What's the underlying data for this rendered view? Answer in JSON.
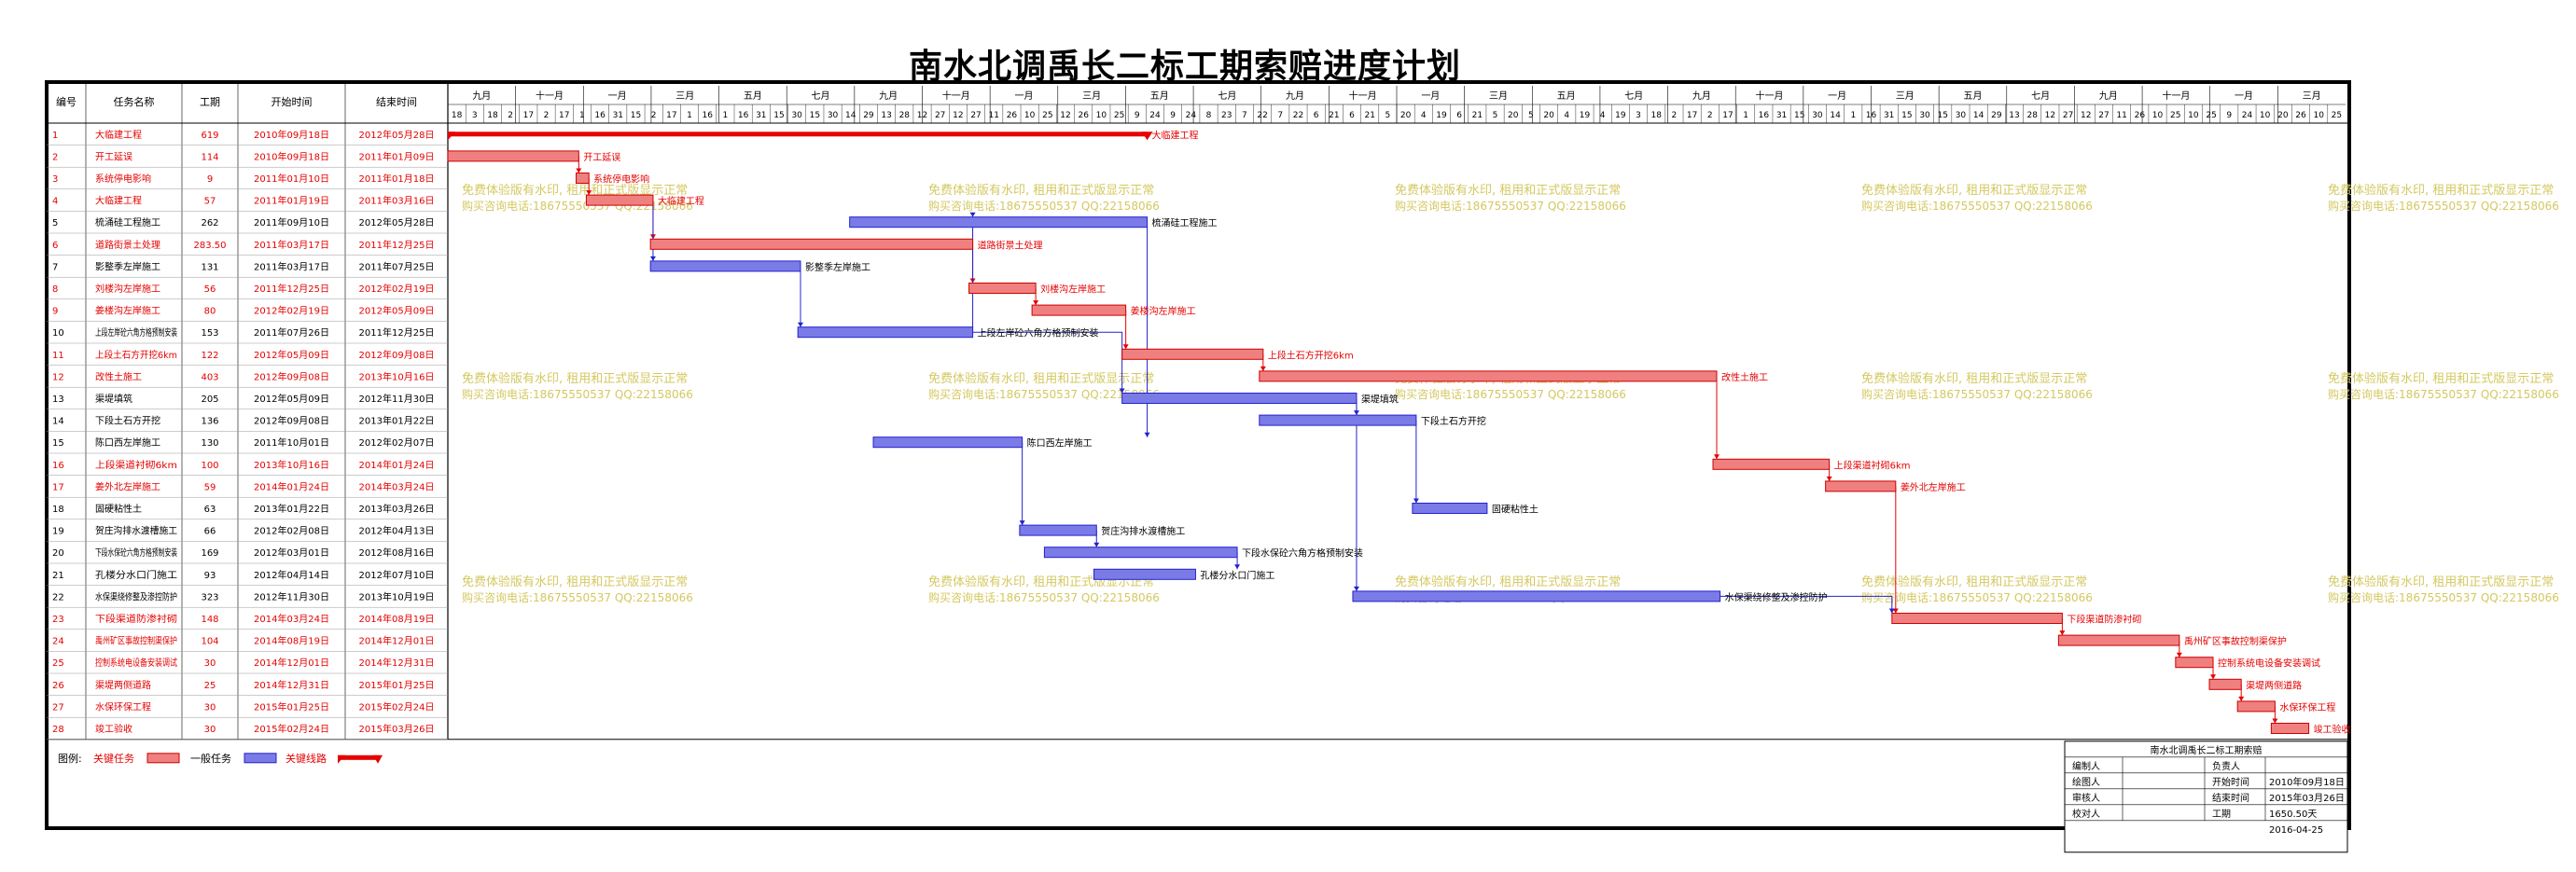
{
  "title": "南水北调禹长二标工期索赔进度计划",
  "colors": {
    "critical": "#f08080",
    "critical_border": "#cc0000",
    "normal": "#7b7be8",
    "normal_border": "#2222cc",
    "link_red": "#e60000",
    "link_blue": "#2222cc",
    "watermark": "#d4c860"
  },
  "table_headers": [
    "编号",
    "任务名称",
    "工期",
    "开始时间",
    "结束时间"
  ],
  "timeline": {
    "months": [
      "九月",
      "十一月",
      "一月",
      "三月",
      "五月",
      "七月",
      "九月",
      "十一月",
      "一月",
      "三月",
      "五月",
      "七月",
      "九月",
      "十一月",
      "一月",
      "三月",
      "五月",
      "七月",
      "九月",
      "十一月",
      "一月",
      "三月",
      "五月",
      "七月",
      "九月",
      "十一月",
      "一月",
      "三月"
    ],
    "days": [
      "18",
      "3",
      "18",
      "2",
      "17",
      "2",
      "17",
      "1",
      "16",
      "31",
      "15",
      "2",
      "17",
      "1",
      "16",
      "1",
      "16",
      "31",
      "15",
      "30",
      "15",
      "30",
      "14",
      "29",
      "13",
      "28",
      "12",
      "27",
      "12",
      "27",
      "11",
      "26",
      "10",
      "25",
      "12",
      "26",
      "10",
      "25",
      "9",
      "24",
      "9",
      "24",
      "8",
      "23",
      "7",
      "22",
      "7",
      "22",
      "6",
      "21",
      "6",
      "21",
      "5",
      "20",
      "4",
      "19",
      "6",
      "21",
      "5",
      "20",
      "5",
      "20",
      "4",
      "19",
      "4",
      "19",
      "3",
      "18",
      "2",
      "17",
      "2",
      "17",
      "1",
      "16",
      "31",
      "15",
      "30",
      "14",
      "1",
      "16",
      "31",
      "15",
      "30",
      "15",
      "30",
      "14",
      "29",
      "13",
      "28",
      "12",
      "27",
      "12",
      "27",
      "11",
      "26",
      "10",
      "25",
      "10",
      "25",
      "9",
      "24",
      "10",
      "20",
      "26",
      "10",
      "25"
    ]
  },
  "chart_data": {
    "type": "gantt",
    "title": "南水北调禹长二标工期索赔进度计划",
    "tasks": [
      {
        "id": "1",
        "name": "大临建工程",
        "duration": "619",
        "start": "2010年09月18日",
        "end": "2012年05月28日",
        "critical": true,
        "summary": true,
        "label": "大临建工程"
      },
      {
        "id": "2",
        "name": "开工延误",
        "duration": "114",
        "start": "2010年09月18日",
        "end": "2011年01月09日",
        "critical": true,
        "label": "开工延误"
      },
      {
        "id": "3",
        "name": "系统停电影响",
        "duration": "9",
        "start": "2011年01月10日",
        "end": "2011年01月18日",
        "critical": true,
        "label": "系统停电影响"
      },
      {
        "id": "4",
        "name": "大临建工程",
        "duration": "57",
        "start": "2011年01月19日",
        "end": "2011年03月16日",
        "critical": true,
        "label": "大临建工程"
      },
      {
        "id": "5",
        "name": "梳涌硅工程施工",
        "duration": "262",
        "start": "2011年09月10日",
        "end": "2012年05月28日",
        "critical": false,
        "label": "梳涌硅工程施工"
      },
      {
        "id": "6",
        "name": "道路街景土处理",
        "duration": "283.50",
        "start": "2011年03月17日",
        "end": "2011年12月25日",
        "critical": true,
        "label": "道路街景土处理"
      },
      {
        "id": "7",
        "name": "影整季左岸施工",
        "duration": "131",
        "start": "2011年03月17日",
        "end": "2011年07月25日",
        "critical": false,
        "label": "影整季左岸施工"
      },
      {
        "id": "8",
        "name": "刘楼沟左岸施工",
        "duration": "56",
        "start": "2011年12月25日",
        "end": "2012年02月19日",
        "critical": true,
        "label": "刘楼沟左岸施工"
      },
      {
        "id": "9",
        "name": "姜楼沟左岸施工",
        "duration": "80",
        "start": "2012年02月19日",
        "end": "2012年05月09日",
        "critical": true,
        "label": "姜楼沟左岸施工"
      },
      {
        "id": "10",
        "name": "上段左岸砼六角方格预制安装",
        "duration": "153",
        "start": "2011年07月26日",
        "end": "2011年12月25日",
        "critical": false,
        "label": "上段左岸砼六角方格预制安装"
      },
      {
        "id": "11",
        "name": "上段土石方开挖6km",
        "duration": "122",
        "start": "2012年05月09日",
        "end": "2012年09月08日",
        "critical": true,
        "label": "上段土石方开挖6km"
      },
      {
        "id": "12",
        "name": "改性土施工",
        "duration": "403",
        "start": "2012年09月08日",
        "end": "2013年10月16日",
        "critical": true,
        "label": "改性土施工"
      },
      {
        "id": "13",
        "name": "渠堤填筑",
        "duration": "205",
        "start": "2012年05月09日",
        "end": "2012年11月30日",
        "critical": false,
        "label": "渠堤填筑"
      },
      {
        "id": "14",
        "name": "下段土石方开挖",
        "duration": "136",
        "start": "2012年09月08日",
        "end": "2013年01月22日",
        "critical": false,
        "label": "下段土石方开挖"
      },
      {
        "id": "15",
        "name": "陈口西左岸施工",
        "duration": "130",
        "start": "2011年10月01日",
        "end": "2012年02月07日",
        "critical": false,
        "label": "陈口西左岸施工"
      },
      {
        "id": "16",
        "name": "上段渠道衬砌6km",
        "duration": "100",
        "start": "2013年10月16日",
        "end": "2014年01月24日",
        "critical": true,
        "label": "上段渠道衬砌6km"
      },
      {
        "id": "17",
        "name": "姜外北左岸施工",
        "duration": "59",
        "start": "2014年01月24日",
        "end": "2014年03月24日",
        "critical": true,
        "label": "姜外北左岸施工"
      },
      {
        "id": "18",
        "name": "固硬粘性土",
        "duration": "63",
        "start": "2013年01月22日",
        "end": "2013年03月26日",
        "critical": false,
        "label": "固硬粘性土"
      },
      {
        "id": "19",
        "name": "贺庄沟排水渡槽施工",
        "duration": "66",
        "start": "2012年02月08日",
        "end": "2012年04月13日",
        "critical": false,
        "label": "贺庄沟排水渡槽施工"
      },
      {
        "id": "20",
        "name": "下段水保砼六角方格预制安装",
        "duration": "169",
        "start": "2012年03月01日",
        "end": "2012年08月16日",
        "critical": false,
        "label": "下段水保砼六角方格预制安装"
      },
      {
        "id": "21",
        "name": "孔楼分水口门施工",
        "duration": "93",
        "start": "2012年04月14日",
        "end": "2012年07月10日",
        "critical": false,
        "label": "孔楼分水口门施工"
      },
      {
        "id": "22",
        "name": "水保渠绕修整及渗控防护",
        "duration": "323",
        "start": "2012年11月30日",
        "end": "2013年10月19日",
        "critical": false,
        "label": "水保渠绕修整及渗控防护"
      },
      {
        "id": "23",
        "name": "下段渠道防渗衬砌",
        "duration": "148",
        "start": "2014年03月24日",
        "end": "2014年08月19日",
        "critical": true,
        "label": "下段渠道防渗衬砌"
      },
      {
        "id": "24",
        "name": "禹州矿区事故控制渠保护",
        "duration": "104",
        "start": "2014年08月19日",
        "end": "2014年12月01日",
        "critical": true,
        "label": "禹州矿区事故控制渠保护"
      },
      {
        "id": "25",
        "name": "控制系统电设备安装调试",
        "duration": "30",
        "start": "2014年12月01日",
        "end": "2014年12月31日",
        "critical": true,
        "label": "控制系统电设备安装调试"
      },
      {
        "id": "26",
        "name": "渠堤两侧道路",
        "duration": "25",
        "start": "2014年12月31日",
        "end": "2015年01月25日",
        "critical": true,
        "label": "渠堤两侧道路"
      },
      {
        "id": "27",
        "name": "水保环保工程",
        "duration": "30",
        "start": "2015年01月25日",
        "end": "2015年02月24日",
        "critical": true,
        "label": "水保环保工程"
      },
      {
        "id": "28",
        "name": "竣工验收",
        "duration": "30",
        "start": "2015年02月24日",
        "end": "2015年03月26日",
        "critical": true,
        "label": "竣工验收"
      }
    ]
  },
  "legend": {
    "label": "图例:",
    "critical": "关键任务",
    "normal": "一般任务",
    "key_link": "关键线路"
  },
  "watermark": {
    "line1": "免费体验版有水印, 租用和正式版显示正常",
    "line2": "购买咨询电话:18675550537 QQ:22158066"
  },
  "info_box": {
    "title": "南水北调禹长二标工期索赔",
    "rows": [
      {
        "k1": "编制人",
        "v1": "",
        "k2": "负责人",
        "v2": ""
      },
      {
        "k1": "绘图人",
        "v1": "",
        "k2": "开始时间",
        "v2": "2010年09月18日"
      },
      {
        "k1": "审核人",
        "v1": "",
        "k2": "结束时间",
        "v2": "2015年03月26日"
      },
      {
        "k1": "校对人",
        "v1": "",
        "k2": "工期",
        "v2": "1650.50天"
      }
    ],
    "date": "2016-04-25"
  }
}
